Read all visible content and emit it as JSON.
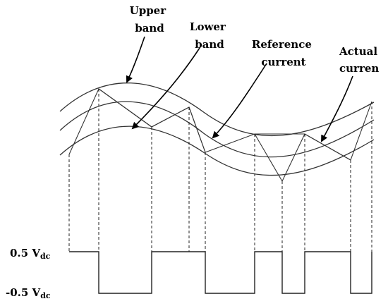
{
  "labels": {
    "upper_band": [
      "Upper",
      "band"
    ],
    "lower_band": [
      "Lower",
      "band"
    ],
    "reference_current": [
      "Reference",
      "current"
    ],
    "actual_current": [
      "Actual",
      "curren"
    ]
  },
  "levels": {
    "positive": {
      "main": "0.5 V",
      "sub": "dc"
    },
    "negative": {
      "main": "-0.5 V",
      "sub": "dc"
    }
  }
}
